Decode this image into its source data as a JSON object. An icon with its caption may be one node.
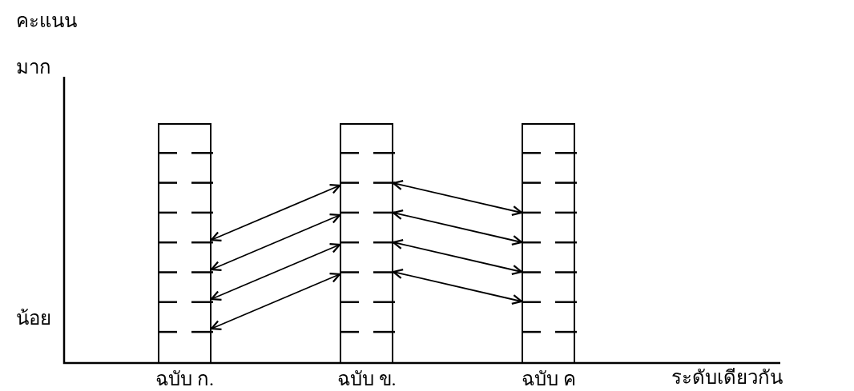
{
  "diagram": {
    "title": "คะแนน",
    "nodes": [
      {
        "text": [
          "ฉบับ ก."
        ]
      },
      {
        "text": [
          "ฉบับ ข."
        ]
      },
      {
        "text": [
          "ฉบับ ค"
        ]
      }
    ],
    "edges": [
      {
        "from": 0,
        "to": 1,
        "arrow": "both"
      },
      {
        "from": 0,
        "to": 1,
        "arrow": "both"
      },
      {
        "from": 0,
        "to": 1,
        "arrow": "both"
      },
      {
        "from": 0,
        "to": 1,
        "arrow": "both"
      },
      {
        "from": 1,
        "to": 2,
        "arrow": "both"
      },
      {
        "from": 1,
        "to": 2,
        "arrow": "both"
      },
      {
        "from": 1,
        "to": 2,
        "arrow": "both"
      },
      {
        "from": 1,
        "to": 2,
        "arrow": "both"
      }
    ],
    "labels": [
      "มาก",
      "น้อย",
      "ระดับเดียวกัน"
    ]
  }
}
